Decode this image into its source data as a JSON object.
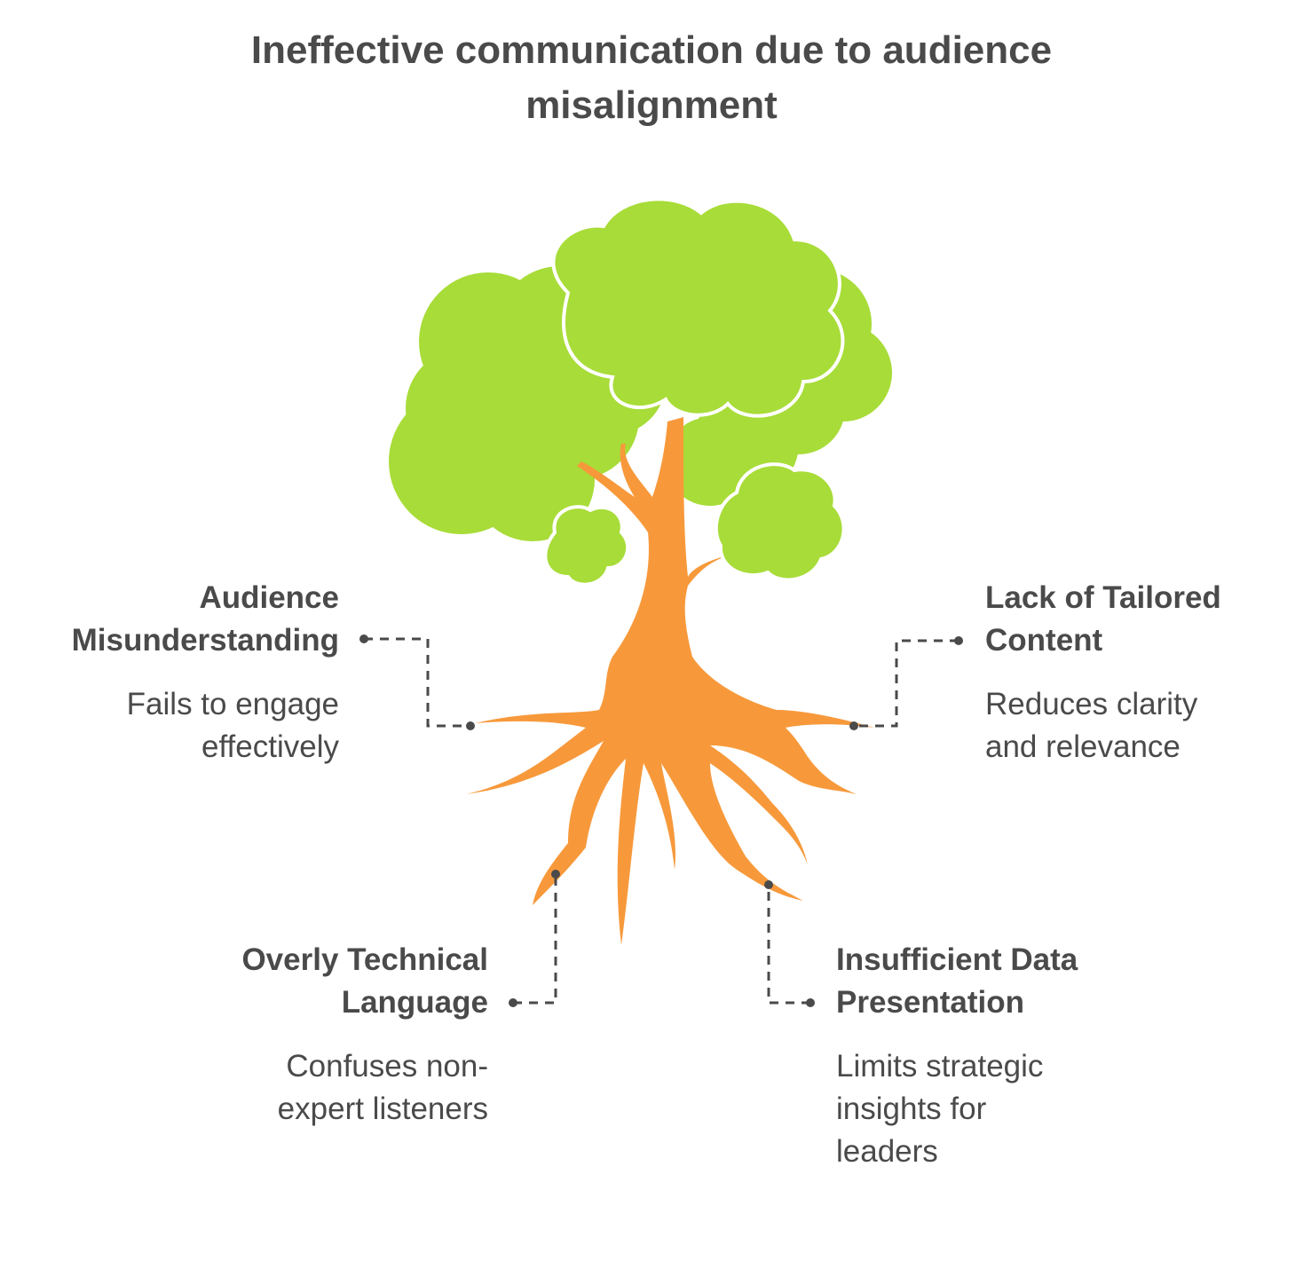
{
  "title": {
    "line1": "Ineffective communication due to audience",
    "line2": "misalignment"
  },
  "colors": {
    "foliage": "#a8dc38",
    "foliage_outline": "#ffffff",
    "trunk": "#f7993b",
    "connector": "#4a4a4a",
    "text": "#4a4a4a"
  },
  "callouts": [
    {
      "id": "audience-misunderstanding",
      "title_lines": [
        "Audience",
        "Misunderstanding"
      ],
      "desc_lines": [
        "Fails to engage",
        "effectively"
      ]
    },
    {
      "id": "lack-of-tailored-content",
      "title_lines": [
        "Lack of Tailored",
        "Content"
      ],
      "desc_lines": [
        "Reduces clarity",
        "and relevance"
      ]
    },
    {
      "id": "overly-technical-language",
      "title_lines": [
        "Overly Technical",
        "Language"
      ],
      "desc_lines": [
        "Confuses non-",
        "expert listeners"
      ]
    },
    {
      "id": "insufficient-data-presentation",
      "title_lines": [
        "Insufficient Data",
        "Presentation"
      ],
      "desc_lines": [
        "Limits strategic",
        "insights for",
        "leaders"
      ]
    }
  ]
}
